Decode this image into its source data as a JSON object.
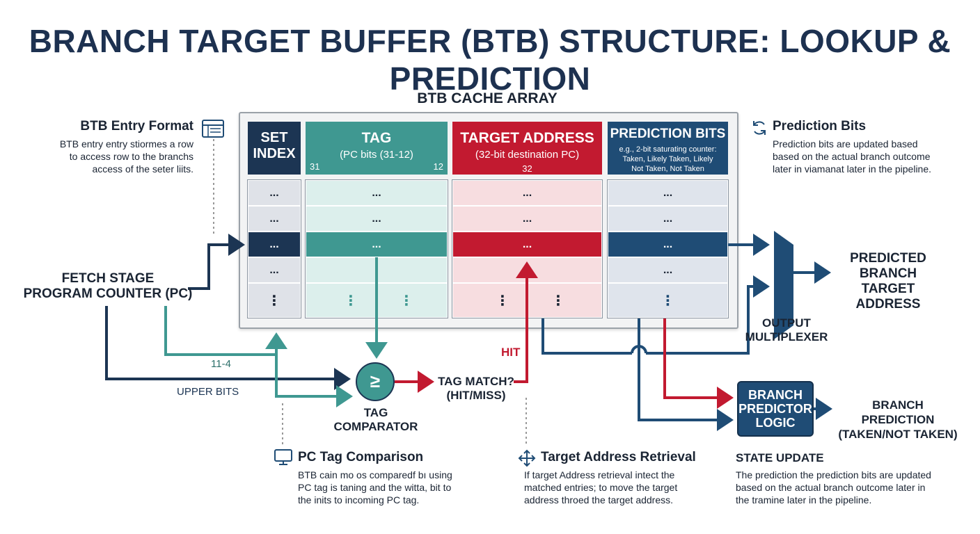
{
  "title": "BRANCH TARGET BUFFER (BTB) STRUCTURE: LOOKUP & PREDICTION",
  "array_title": "BTB CACHE ARRAY",
  "columns": {
    "set": {
      "line1": "SET",
      "line2": "INDEX"
    },
    "tag": {
      "name": "TAG",
      "sub": "(PC bits (31-12)",
      "bit_left": "31",
      "bit_right": "12"
    },
    "target": {
      "name": "TARGET ADDRESS",
      "sub": "(32-bit destination PC)",
      "bits": "32"
    },
    "pred": {
      "name": "PREDICTION BITS",
      "sub1": "e.g., 2-bit saturating counter:",
      "sub2": "Taken, Likely Taken, Likely",
      "sub3": "Not Taken, Not Taken"
    }
  },
  "cells": {
    "ellipsis": "...",
    "vdots": "⋮"
  },
  "entry_format": {
    "heading": "BTB Entry Format",
    "line1": "BTB entry entry stiormes a row",
    "line2": "to access row to the branchs",
    "line3": "access of the seter liits."
  },
  "prediction_note": {
    "heading": "Prediction Bits",
    "line1": "Prediction bits are updated based",
    "line2": "based on the actual branch outcome",
    "line3": "later in viamanat later in the pipeline."
  },
  "fetch": {
    "line1": "FETCH STAGE",
    "line2": "PROGRAM COUNTER (PC)"
  },
  "labels": {
    "bits_11_4": "11-4",
    "upper_bits": "UPPER BITS",
    "comparator_symbol": "≥",
    "comparator_line1": "TAG",
    "comparator_line2": "COMPARATOR",
    "tag_match_line1": "TAG MATCH?",
    "tag_match_line2": "(HIT/MISS)",
    "hit": "HIT",
    "output_mux_line1": "OUTPUT",
    "output_mux_line2": "MULTIPLEXER",
    "predicted_line1": "PREDICTED",
    "predicted_line2": "BRANCH TARGET",
    "predicted_line3": "ADDRESS",
    "bpl_line1": "BRANCH",
    "bpl_line2": "PREDICTOR",
    "bpl_line3": "LOGIC",
    "branch_pred_line1": "BRANCH PREDICTION",
    "branch_pred_line2": "(TAKEN/NOT TAKEN)"
  },
  "pc_tag_comparison": {
    "heading": "PC Tag Comparison",
    "line1": "BTB cain mo os comparedf bı using",
    "line2": "PC tag is taning and the witta, bit to",
    "line3": "the inits to incoming PC tag."
  },
  "target_retrieval": {
    "heading": "Target Address Retrieval",
    "line1": "If target Address retrieval intect the",
    "line2": "matched entries; to move the target",
    "line3": "address throed the target address."
  },
  "state_update": {
    "heading": "STATE UPDATE",
    "line1": "The prediction the prediction bits are updated",
    "line2": "based on the actual branch outcome later in",
    "line3": "the tramine later in the pipeline."
  },
  "colors": {
    "navy": "#1c3553",
    "teal": "#3f9891",
    "red": "#c21a30",
    "blue": "#1f4c75"
  }
}
